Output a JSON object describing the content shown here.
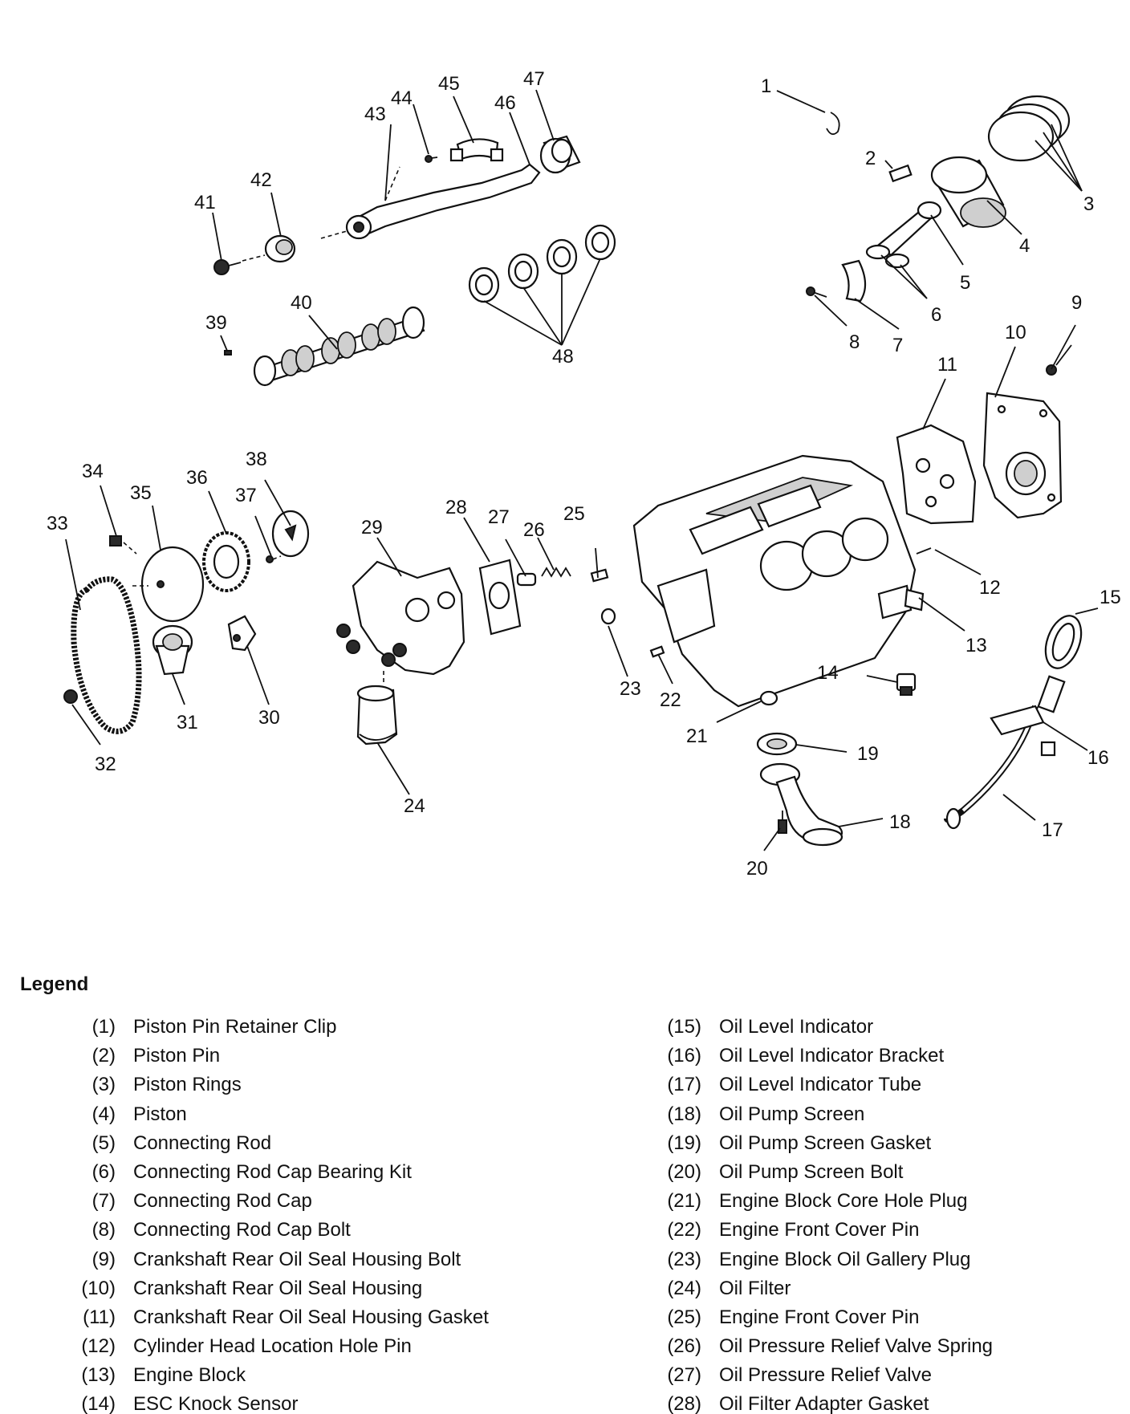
{
  "legend_title": "Legend",
  "callouts": [
    "1",
    "2",
    "3",
    "4",
    "5",
    "6",
    "7",
    "8",
    "9",
    "10",
    "11",
    "12",
    "13",
    "14",
    "15",
    "16",
    "17",
    "18",
    "19",
    "20",
    "21",
    "22",
    "23",
    "24",
    "25",
    "26",
    "27",
    "28",
    "29",
    "30",
    "31",
    "32",
    "33",
    "34",
    "35",
    "36",
    "37",
    "38",
    "39",
    "40",
    "41",
    "42",
    "43",
    "44",
    "45",
    "46",
    "47",
    "48"
  ],
  "legend_left": [
    {
      "num": "(1)",
      "label": "Piston Pin Retainer Clip"
    },
    {
      "num": "(2)",
      "label": "Piston Pin"
    },
    {
      "num": "(3)",
      "label": "Piston Rings"
    },
    {
      "num": "(4)",
      "label": "Piston"
    },
    {
      "num": "(5)",
      "label": "Connecting Rod"
    },
    {
      "num": "(6)",
      "label": "Connecting Rod Cap Bearing Kit"
    },
    {
      "num": "(7)",
      "label": "Connecting Rod Cap"
    },
    {
      "num": "(8)",
      "label": "Connecting Rod Cap Bolt"
    },
    {
      "num": "(9)",
      "label": "Crankshaft Rear Oil Seal Housing Bolt"
    },
    {
      "num": "(10)",
      "label": "Crankshaft Rear Oil Seal Housing"
    },
    {
      "num": "(11)",
      "label": "Crankshaft Rear Oil Seal Housing Gasket"
    },
    {
      "num": "(12)",
      "label": "Cylinder Head Location Hole Pin"
    },
    {
      "num": "(13)",
      "label": "Engine Block"
    },
    {
      "num": "(14)",
      "label": "ESC Knock Sensor"
    }
  ],
  "legend_right": [
    {
      "num": "(15)",
      "label": "Oil Level Indicator"
    },
    {
      "num": "(16)",
      "label": "Oil Level Indicator Bracket"
    },
    {
      "num": "(17)",
      "label": "Oil Level Indicator Tube"
    },
    {
      "num": "(18)",
      "label": "Oil Pump Screen"
    },
    {
      "num": "(19)",
      "label": "Oil Pump Screen Gasket"
    },
    {
      "num": "(20)",
      "label": "Oil Pump Screen Bolt"
    },
    {
      "num": "(21)",
      "label": "Engine Block Core Hole Plug"
    },
    {
      "num": "(22)",
      "label": "Engine Front Cover Pin"
    },
    {
      "num": "(23)",
      "label": "Engine Block Oil Gallery Plug"
    },
    {
      "num": "(24)",
      "label": "Oil Filter"
    },
    {
      "num": "(25)",
      "label": "Engine Front Cover Pin"
    },
    {
      "num": "(26)",
      "label": "Oil Pressure Relief Valve Spring"
    },
    {
      "num": "(27)",
      "label": "Oil Pressure Relief Valve"
    },
    {
      "num": "(28)",
      "label": "Oil Filter Adapter Gasket"
    }
  ]
}
